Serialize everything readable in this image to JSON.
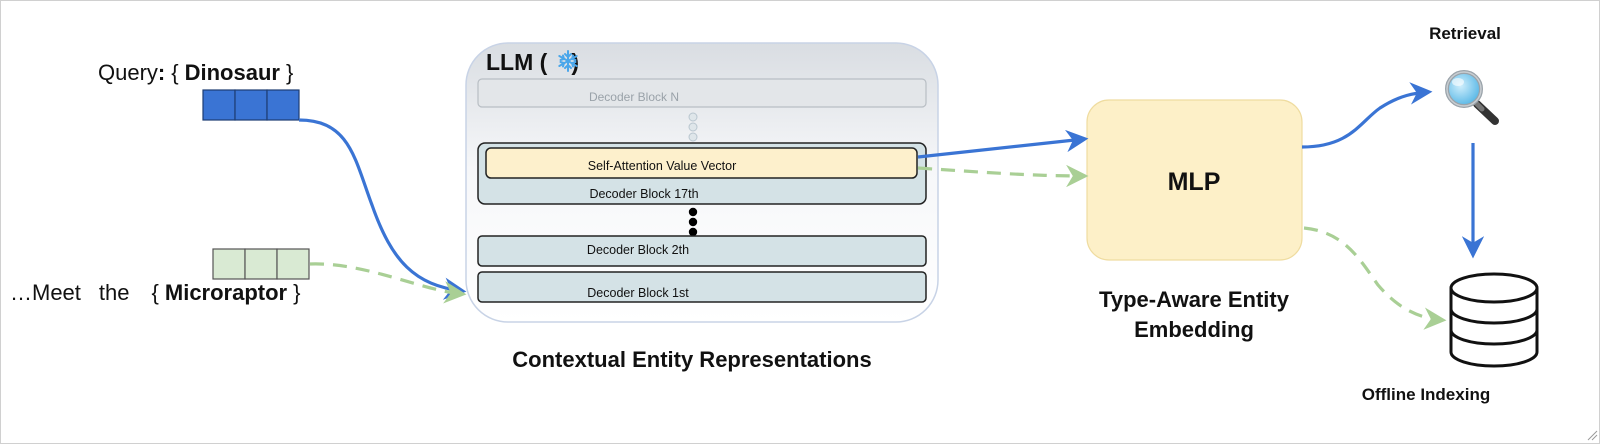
{
  "query": {
    "prefix": "Query",
    "colon": ":",
    "open_brace": "{",
    "entity": "Dinosaur",
    "close_brace": "}",
    "token_color": "#3a74d4"
  },
  "context": {
    "prefix_dots": "…",
    "word1": "Meet",
    "word2": "the",
    "open_brace": "{",
    "entity": "Microraptor",
    "close_brace": "}",
    "token_color": "#d9ead3"
  },
  "llm": {
    "title": "LLM (",
    "title_close": ")",
    "frozen_icon": "snowflake-icon",
    "blocks": {
      "top": "Decoder Block N",
      "highlight_inner": "Self-Attention Value Vector",
      "highlight_outer": "Decoder Block 17th",
      "second": "Decoder Block 2th",
      "first": "Decoder Block 1st"
    },
    "caption": "Contextual Entity Representations"
  },
  "mlp": {
    "label": "MLP",
    "caption_line1": "Type-Aware Entity",
    "caption_line2": "Embedding"
  },
  "outputs": {
    "retrieval_label": "Retrieval",
    "retrieval_icon": "magnifier-icon",
    "indexing_label": "Offline Indexing",
    "indexing_icon": "database-icon"
  },
  "colors": {
    "blue_arrow": "#3a74d4",
    "green_arrow": "#a9cf95",
    "block_fill": "#d4e2e6",
    "highlight_fill": "#fdf0cc",
    "mlp_fill": "#fdf0c8"
  }
}
